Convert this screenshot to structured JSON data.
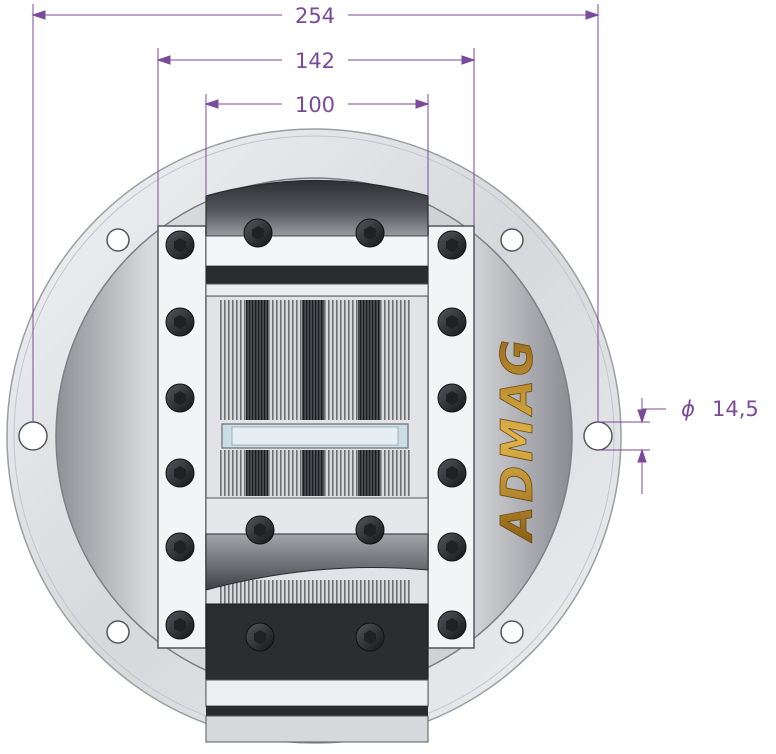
{
  "dimensions": {
    "overall_width": "254",
    "jaw_span": "142",
    "inner_width": "100",
    "hole_diameter_symbol": "ϕ",
    "hole_diameter": "14,5"
  },
  "logo": {
    "text": "ADMAG"
  },
  "colors": {
    "dimension": "#7b4a9a",
    "logo": "#c9992c",
    "steel_light": "#e6e7ea",
    "steel_dark": "#2a2b2e"
  }
}
